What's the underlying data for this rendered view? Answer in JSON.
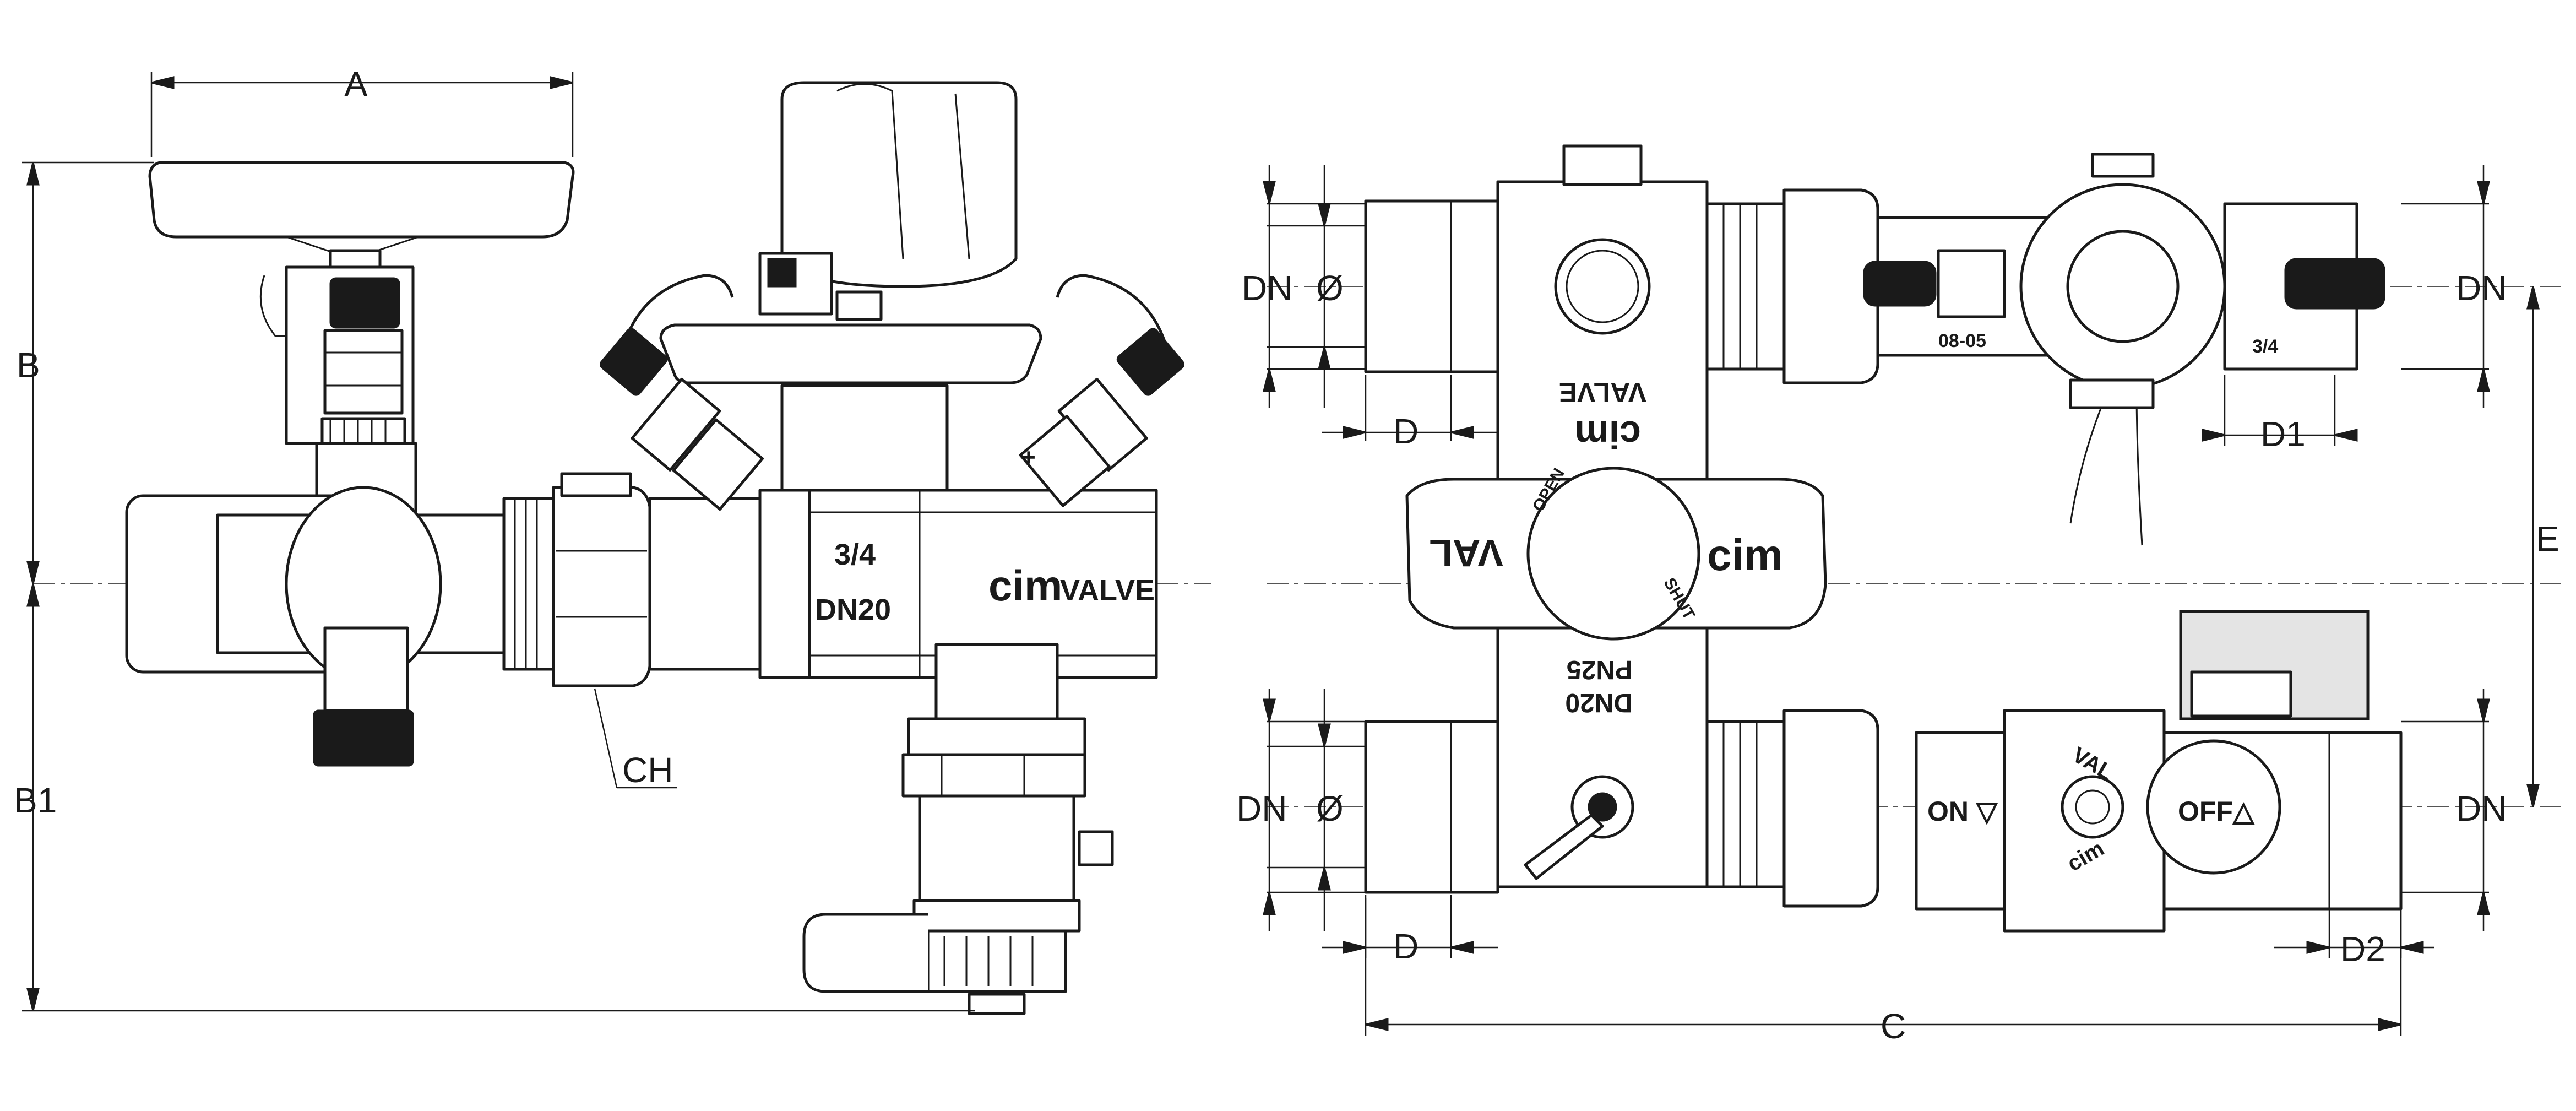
{
  "dimension_labels": {
    "A": "A",
    "B": "B",
    "B1": "B1",
    "CH": "CH",
    "C": "C",
    "E": "E",
    "DN_top_left": "DN",
    "DN_top_right": "DN",
    "DN_bottom_left": "DN",
    "DN_bottom_right": "DN",
    "dia_top": "Ø",
    "dia_bottom": "Ø",
    "D_top": "D",
    "D_bottom": "D",
    "D1": "D1",
    "D2": "D2"
  },
  "body_markings": {
    "size": "3/4",
    "nominal": "DN20",
    "brand": "cim",
    "brand_suffix": "VALVE",
    "top_brand": "cim",
    "top_valve": "VALVE",
    "handle_left": "VAL",
    "handle_right": "cim",
    "handle_open": "OPEN",
    "handle_shut": "SHUT",
    "pressure": "PN25",
    "nominal_lower": "DN20",
    "lever_brand": "cim",
    "lever_val": "VAL",
    "on_label": "ON ▽",
    "off_label": "OFF△",
    "plus": "+",
    "code": "08-05",
    "cap_size": "3/4"
  }
}
